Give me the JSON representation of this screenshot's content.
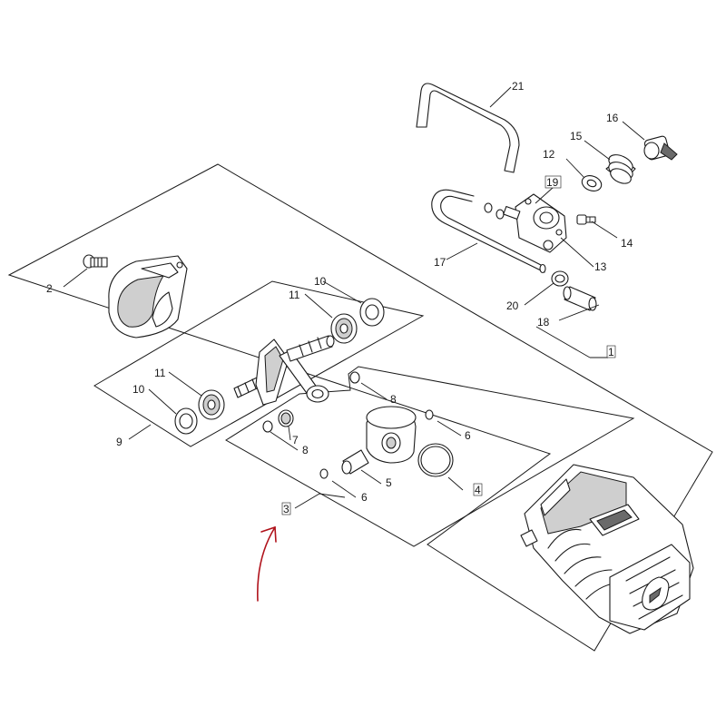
{
  "diagram": {
    "accent_color": "#b0121b",
    "callouts": {
      "c1": "1",
      "c2": "2",
      "c3": "3",
      "c4": "4",
      "c5": "5",
      "c6a": "6",
      "c6b": "6",
      "c7": "7",
      "c8a": "8",
      "c8b": "8",
      "c9": "9",
      "c10a": "10",
      "c10b": "10",
      "c11a": "11",
      "c11b": "11",
      "c12": "12",
      "c13": "13",
      "c14": "14",
      "c15": "15",
      "c16": "16",
      "c17": "17",
      "c18": "18",
      "c19": "19",
      "c20": "20",
      "c21": "21"
    }
  }
}
